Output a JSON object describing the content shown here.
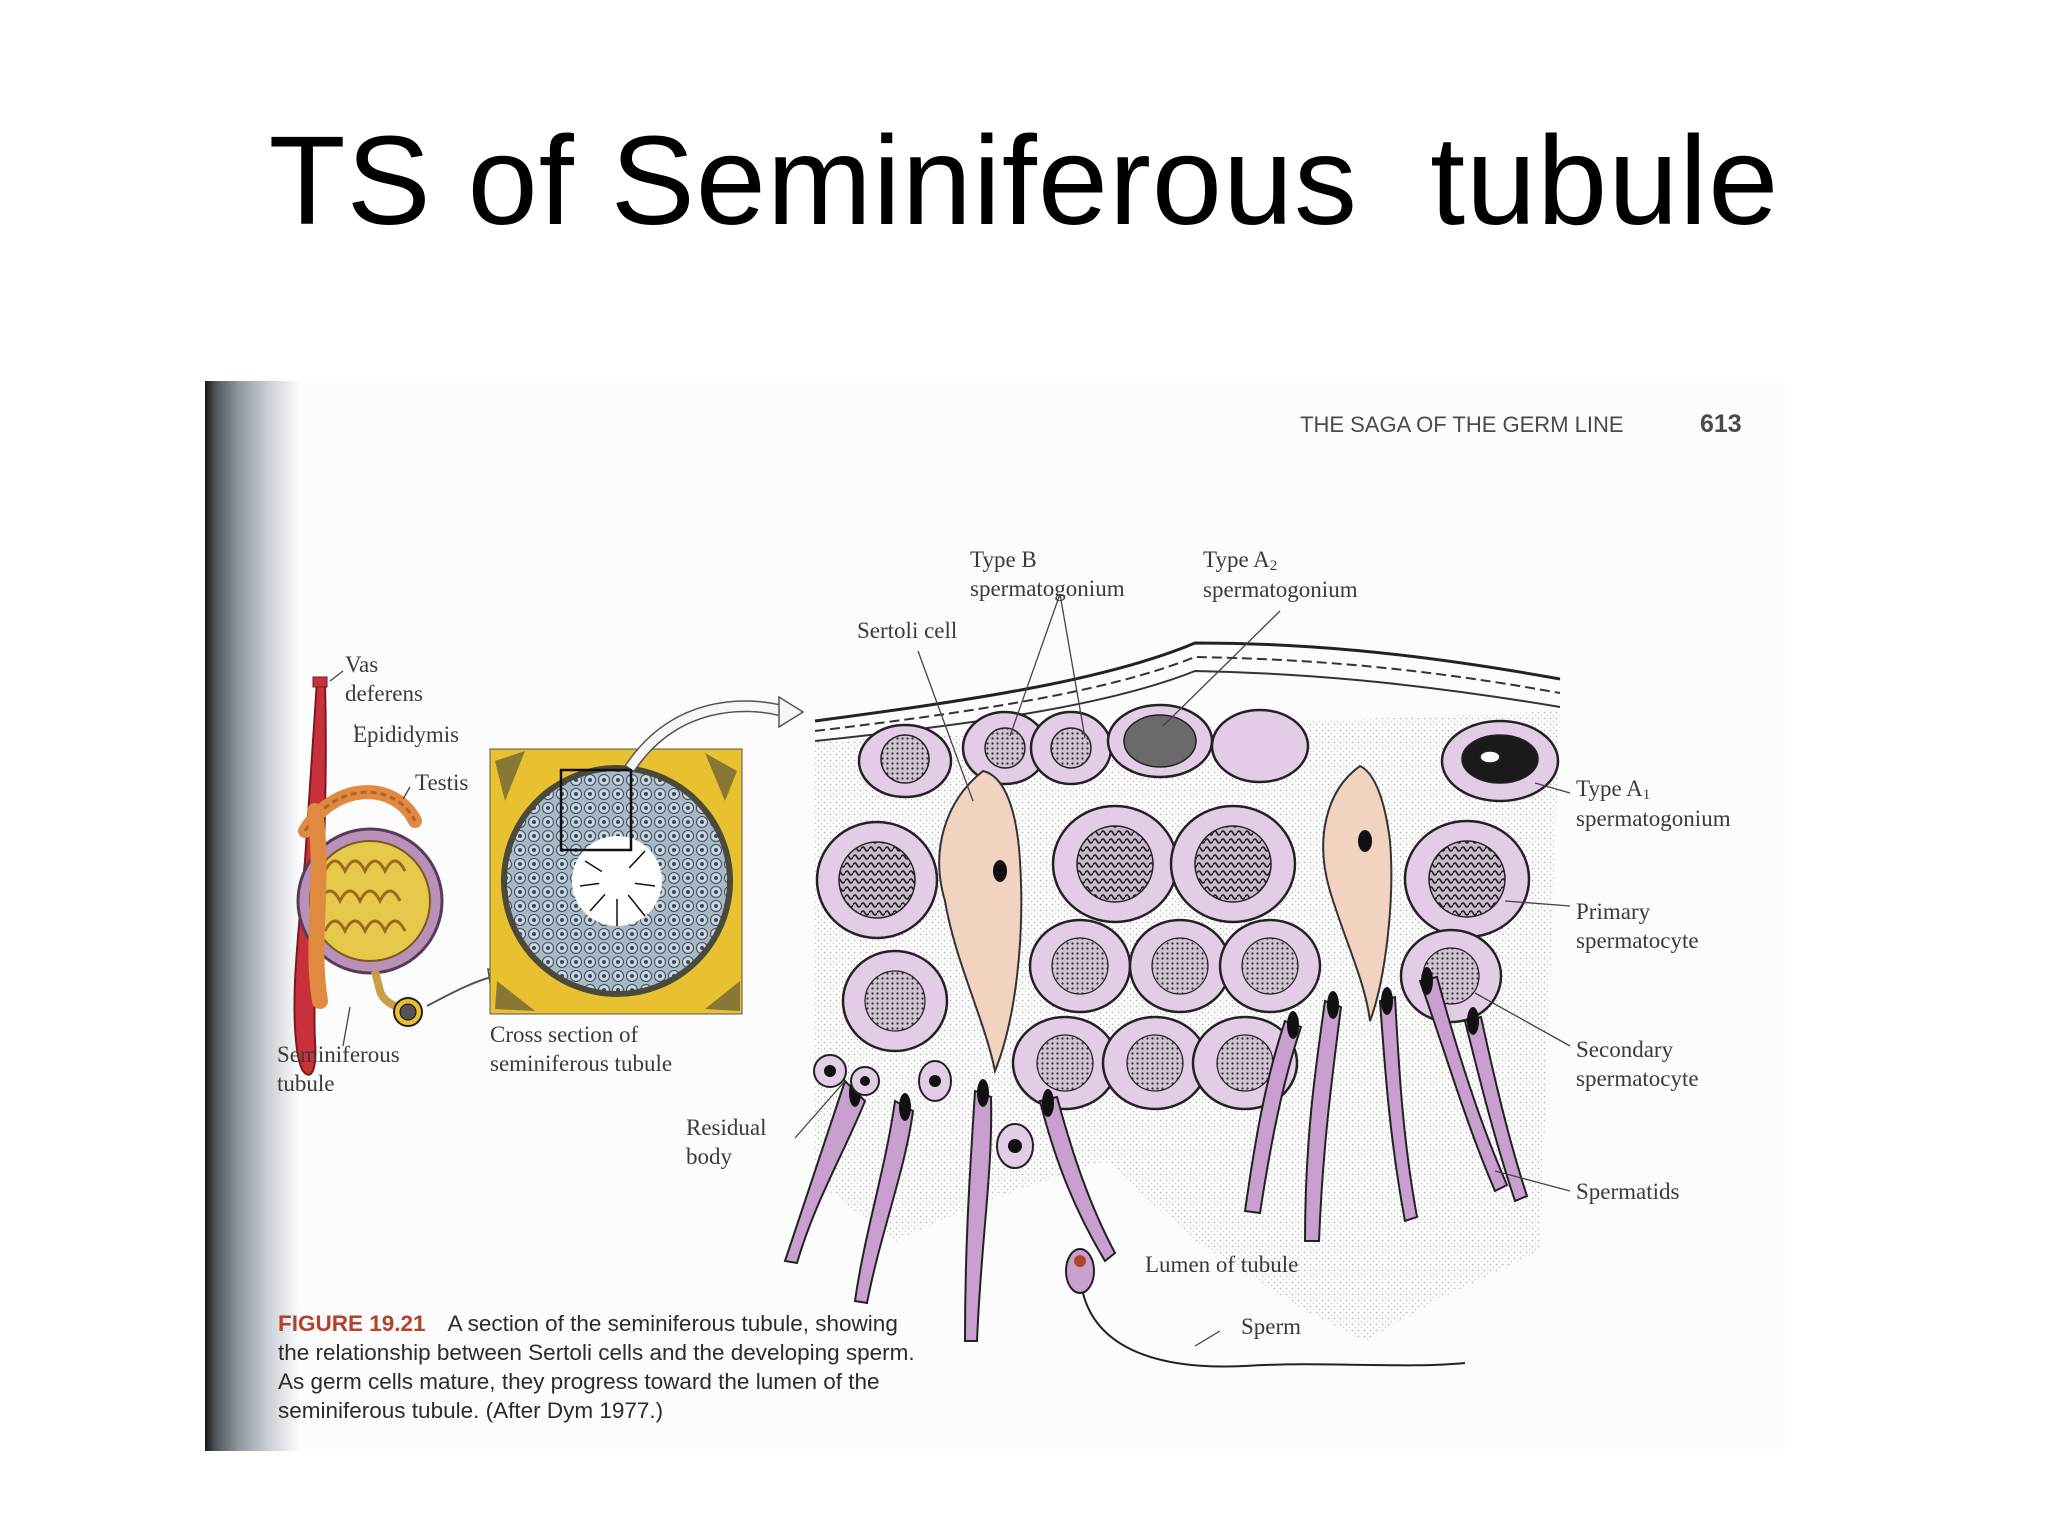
{
  "slide": {
    "title": "TS of Seminiferous  tubule"
  },
  "page_header": {
    "running_title": "THE SAGA OF THE GERM LINE",
    "page_number": "613"
  },
  "overview_labels": {
    "vas_deferens_1": "Vas",
    "vas_deferens_2": "deferens",
    "epididymis": "Epididymis",
    "testis": "Testis",
    "seminiferous_1": "Seminiferous",
    "seminiferous_2": "tubule",
    "cross_section_1": "Cross section of",
    "cross_section_2": "seminiferous tubule"
  },
  "detail_labels": {
    "type_b_1": "Type B",
    "type_b_2": "spermatogonium",
    "type_a2_1": "Type A",
    "type_a2_sub": "2",
    "type_a2_2": "spermatogonium",
    "sertoli": "Sertoli cell",
    "type_a1_1": "Type A",
    "type_a1_sub": "1",
    "type_a1_2": "spermatogonium",
    "primary_1": "Primary",
    "primary_2": "spermatocyte",
    "secondary_1": "Secondary",
    "secondary_2": "spermatocyte",
    "spermatids": "Spermatids",
    "residual_1": "Residual",
    "residual_2": "body",
    "lumen": "Lumen of tubule",
    "sperm": "Sperm"
  },
  "caption": {
    "label": "FIGURE 19.21",
    "text": "A section of the seminiferous tubule, showing the relationship between Sertoli cells and the developing sperm. As germ cells mature, they progress toward the lumen of the seminiferous tubule. (After Dym 1977.)"
  },
  "colors": {
    "caption_label": "#b2412e",
    "cell_fill": "#e3cde6",
    "sertoli_fill": "#f2d3bf",
    "vas": "#c9313a",
    "tubule_yellow": "#e8c030"
  }
}
